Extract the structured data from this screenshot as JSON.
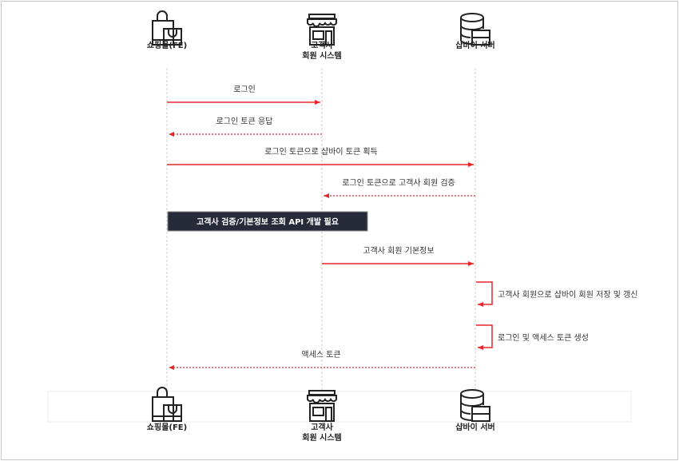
{
  "participants": [
    {
      "id": "shop",
      "label_lines": [
        "쇼핑몰(FE)"
      ],
      "icon": "shopping-bag-icon"
    },
    {
      "id": "client",
      "label_lines": [
        "고객사",
        "회원 시스템"
      ],
      "icon": "storefront-icon"
    },
    {
      "id": "shopby",
      "label_lines": [
        "샵바이 서버"
      ],
      "icon": "database-server-icon"
    }
  ],
  "messages": [
    {
      "from": "shop",
      "to": "client",
      "label": "로그인",
      "style": "solid"
    },
    {
      "from": "client",
      "to": "shop",
      "label": "로그인 토큰 응답",
      "style": "dashed"
    },
    {
      "from": "shop",
      "to": "shopby",
      "label": "로그인 토큰으로 샵바이 토큰 획득",
      "style": "solid"
    },
    {
      "from": "shopby",
      "to": "client",
      "label": "로그인 토큰으로 고객사 회원 검증",
      "style": "dashed"
    },
    {
      "from": "client",
      "to": "shopby",
      "label": "고객사 회원 기본정보",
      "style": "solid"
    },
    {
      "from": "shopby",
      "to": "shopby",
      "label": "고객사 회원으로 샵바이 회원 저장 및 갱신",
      "style": "self"
    },
    {
      "from": "shopby",
      "to": "shopby",
      "label": "로그인 및 액세스 토큰 생성",
      "style": "self"
    },
    {
      "from": "shopby",
      "to": "shop",
      "label": "액세스 토큰",
      "style": "dashed"
    }
  ],
  "note": {
    "label": "고객사 검증/기본정보 조회 API 개발 필요"
  },
  "colors": {
    "arrow": "#e5262b",
    "note_bg": "#272a38",
    "lifeline": "#c8c8c8"
  }
}
